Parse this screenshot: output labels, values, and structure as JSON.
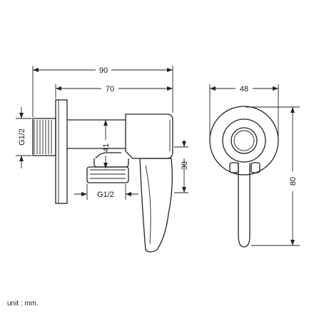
{
  "dimensions": {
    "overall_length": "90",
    "body_length": "70",
    "body_height": "41",
    "outlet_offset": "30",
    "inlet_thread": "G1/2",
    "outlet_thread": "G1/2",
    "flange_diameter": "48",
    "total_height": "80"
  },
  "unit_label": "unit : mm."
}
